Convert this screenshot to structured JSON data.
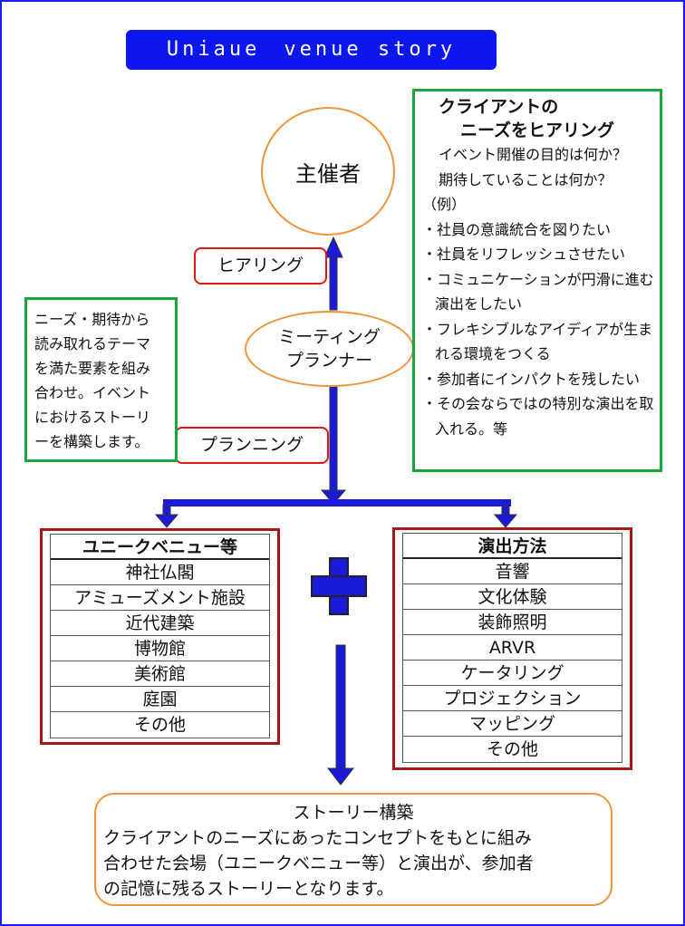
{
  "title": "Uniaue　venue story",
  "organizer": "主催者",
  "planner": {
    "line1": "ミーティング",
    "line2": "プランナー"
  },
  "hearing_label": "ヒアリング",
  "planning_label": "プランニング",
  "needs_note": {
    "lines": [
      "ニーズ・期待から",
      "読み取れるテーマ",
      "を満た要素を組み",
      "合わせ。イベント",
      "におけるストーリ",
      "ーを構築します。"
    ]
  },
  "client_needs": {
    "heading1": "クライアントの",
    "heading2": "ニーズをヒアリング",
    "q1": "イベント開催の目的は何か？",
    "q2": "期待していることは何か？",
    "example": "（例）",
    "items": [
      "・社員の意識統合を図りたい",
      "・社員をリフレッシュさせたい",
      "・コミュニケーションが円滑に進む演出をしたい",
      "・フレキシブルなアイディアが生まれる環境をつくる",
      "・参加者にインパクトを残したい",
      "・その会ならではの特別な演出を取入れる。等"
    ]
  },
  "unique_venue": {
    "header": "ユニークベニュー等",
    "items": [
      "神社仏閣",
      "アミューズメント施設",
      "近代建築",
      "博物館",
      "美術館",
      "庭園",
      "その他"
    ]
  },
  "presentation": {
    "header": "演出方法",
    "items": [
      "音響",
      "文化体験",
      "装飾照明",
      "ARVR",
      "ケータリング",
      "プロジェクション",
      "マッピング",
      "その他"
    ]
  },
  "story": {
    "title": "ストーリー構築",
    "line1": "クライアントのニーズにあったコンセプトをもとに組み",
    "line2": "合わせた会場（ユニークベニュー等）と演出が、参加者",
    "line3": "の記憶に残るストーリーとなります。"
  },
  "colors": {
    "title_bg": "#0b16f0",
    "frame": "#1a1aff",
    "ellipse_border": "#f0953c",
    "red_border": "#e01818",
    "green_border": "#18a83a",
    "table_border": "#a81616",
    "arrow_blue": "#1a1ad8"
  }
}
